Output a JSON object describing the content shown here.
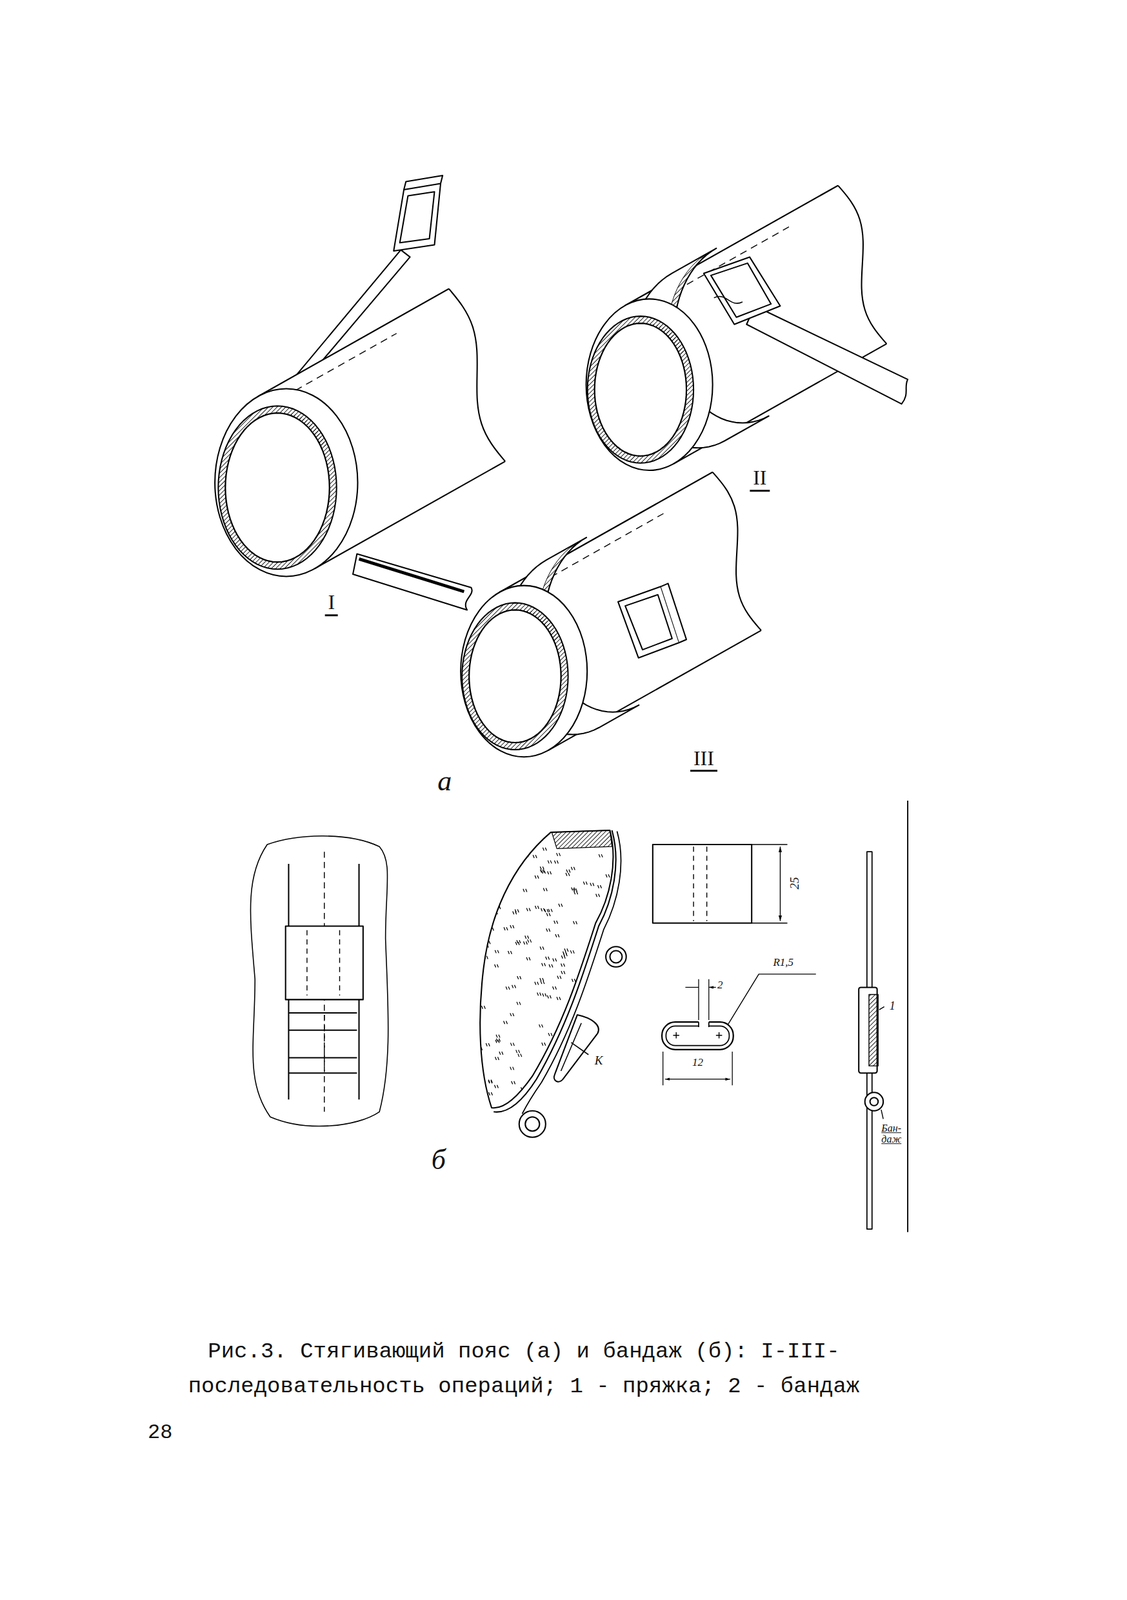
{
  "diagram": {
    "caption": "Рис.3. Стягивающий пояс (а) и бандаж (б): I-III-последовательность операций; 1 - пряжка; 2 - бандаж",
    "labels": [
      "II",
      "I",
      "III",
      "а",
      "25",
      "R1,5",
      "2",
      "1",
      "К",
      "12",
      "Бан- даж",
      "б",
      "28"
    ]
  }
}
